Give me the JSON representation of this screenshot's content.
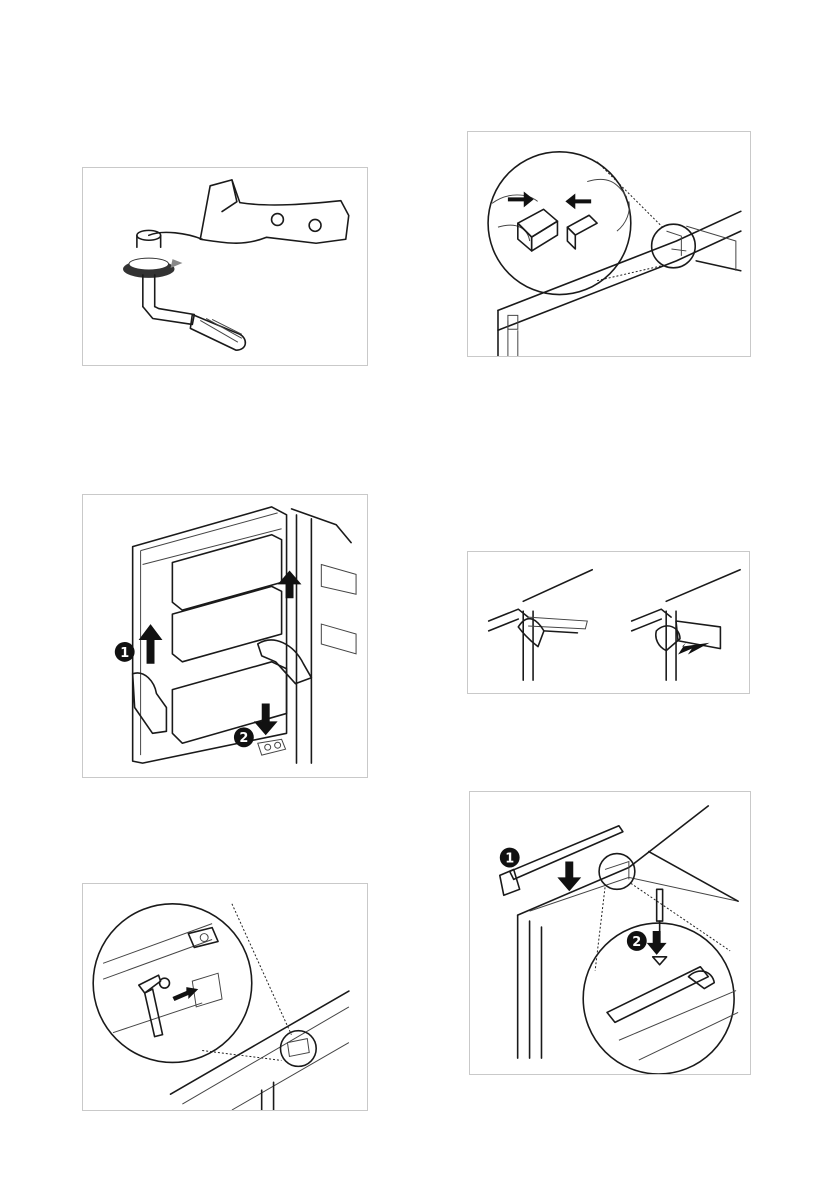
{
  "figures": [
    {
      "id": "hinge-tool",
      "step_markers": []
    },
    {
      "id": "seal-cover-detail",
      "step_markers": []
    },
    {
      "id": "door-lift",
      "step_markers": [
        "1",
        "2"
      ]
    },
    {
      "id": "hinge-cover",
      "step_markers": []
    },
    {
      "id": "hinge-screw-detail",
      "step_markers": []
    },
    {
      "id": "top-strip-screw",
      "step_markers": [
        "1",
        "2"
      ]
    }
  ]
}
